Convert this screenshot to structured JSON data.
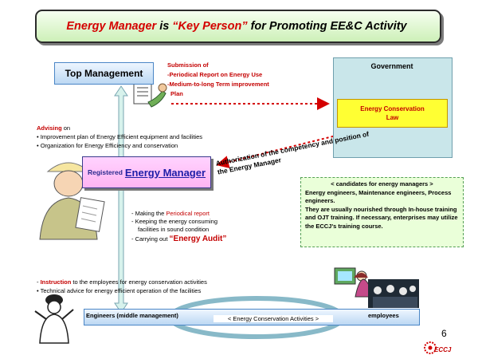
{
  "title": {
    "part1": "Energy Manager",
    "part2": "is",
    "part3": "“Key Person”",
    "part4": "for Promoting EE&C Activity"
  },
  "top_management": "Top Management",
  "submission": {
    "heading": "Submission of",
    "items": [
      "Periodical Report on Energy Use",
      "Medium-to-long Term improvement",
      "Plan"
    ]
  },
  "government": {
    "label": "Government",
    "law_line1": "Energy Conservation",
    "law_line2": "Law"
  },
  "advising": {
    "label_red": "Advising",
    "label_rest": " on",
    "items": [
      "Improvement plan of Energy Efficient equipment and facilities",
      "Organization for Energy Efficiency and conservation"
    ]
  },
  "registered_em": {
    "prefix": "Registered",
    "main": "Energy Manager"
  },
  "authorization": {
    "line1": "Authorization of the competency and position of",
    "line2": "the Energy Manager"
  },
  "candidates": {
    "heading": "< candidates for energy managers >",
    "lines": [
      "Energy engineers, Maintenance engineers, Process",
      "engineers.",
      "They are usually nourished through In-house training",
      "and OJT training. If necessary, enterprises may utilize",
      "the ECCJ's training course."
    ]
  },
  "making": {
    "line1_prefix": "- Making the ",
    "line1_red": "Periodical report",
    "line2": "- Keeping the energy consuming",
    "line3": "  facilities in sound condition",
    "line4_prefix": "- Carrying out ",
    "line4_red": "“Energy Audit”"
  },
  "instruction": {
    "line1_red": "Instruction",
    "line1_rest": " to the employees for energy conservation activities",
    "line2": "Technical advice for energy efficient operation of the facilities"
  },
  "bottom": {
    "engineers": "Engineers (middle management)",
    "activities": "< Energy Conservation Activities >",
    "employees": "employees"
  },
  "page_number": "6",
  "logo_text": "ECCJ",
  "colors": {
    "accent_red": "#c40000",
    "title_green": "#cdf0b8",
    "em_pink": "#ffb4f2",
    "gov_teal": "#c9e6ea",
    "law_yellow": "#ffff33"
  }
}
